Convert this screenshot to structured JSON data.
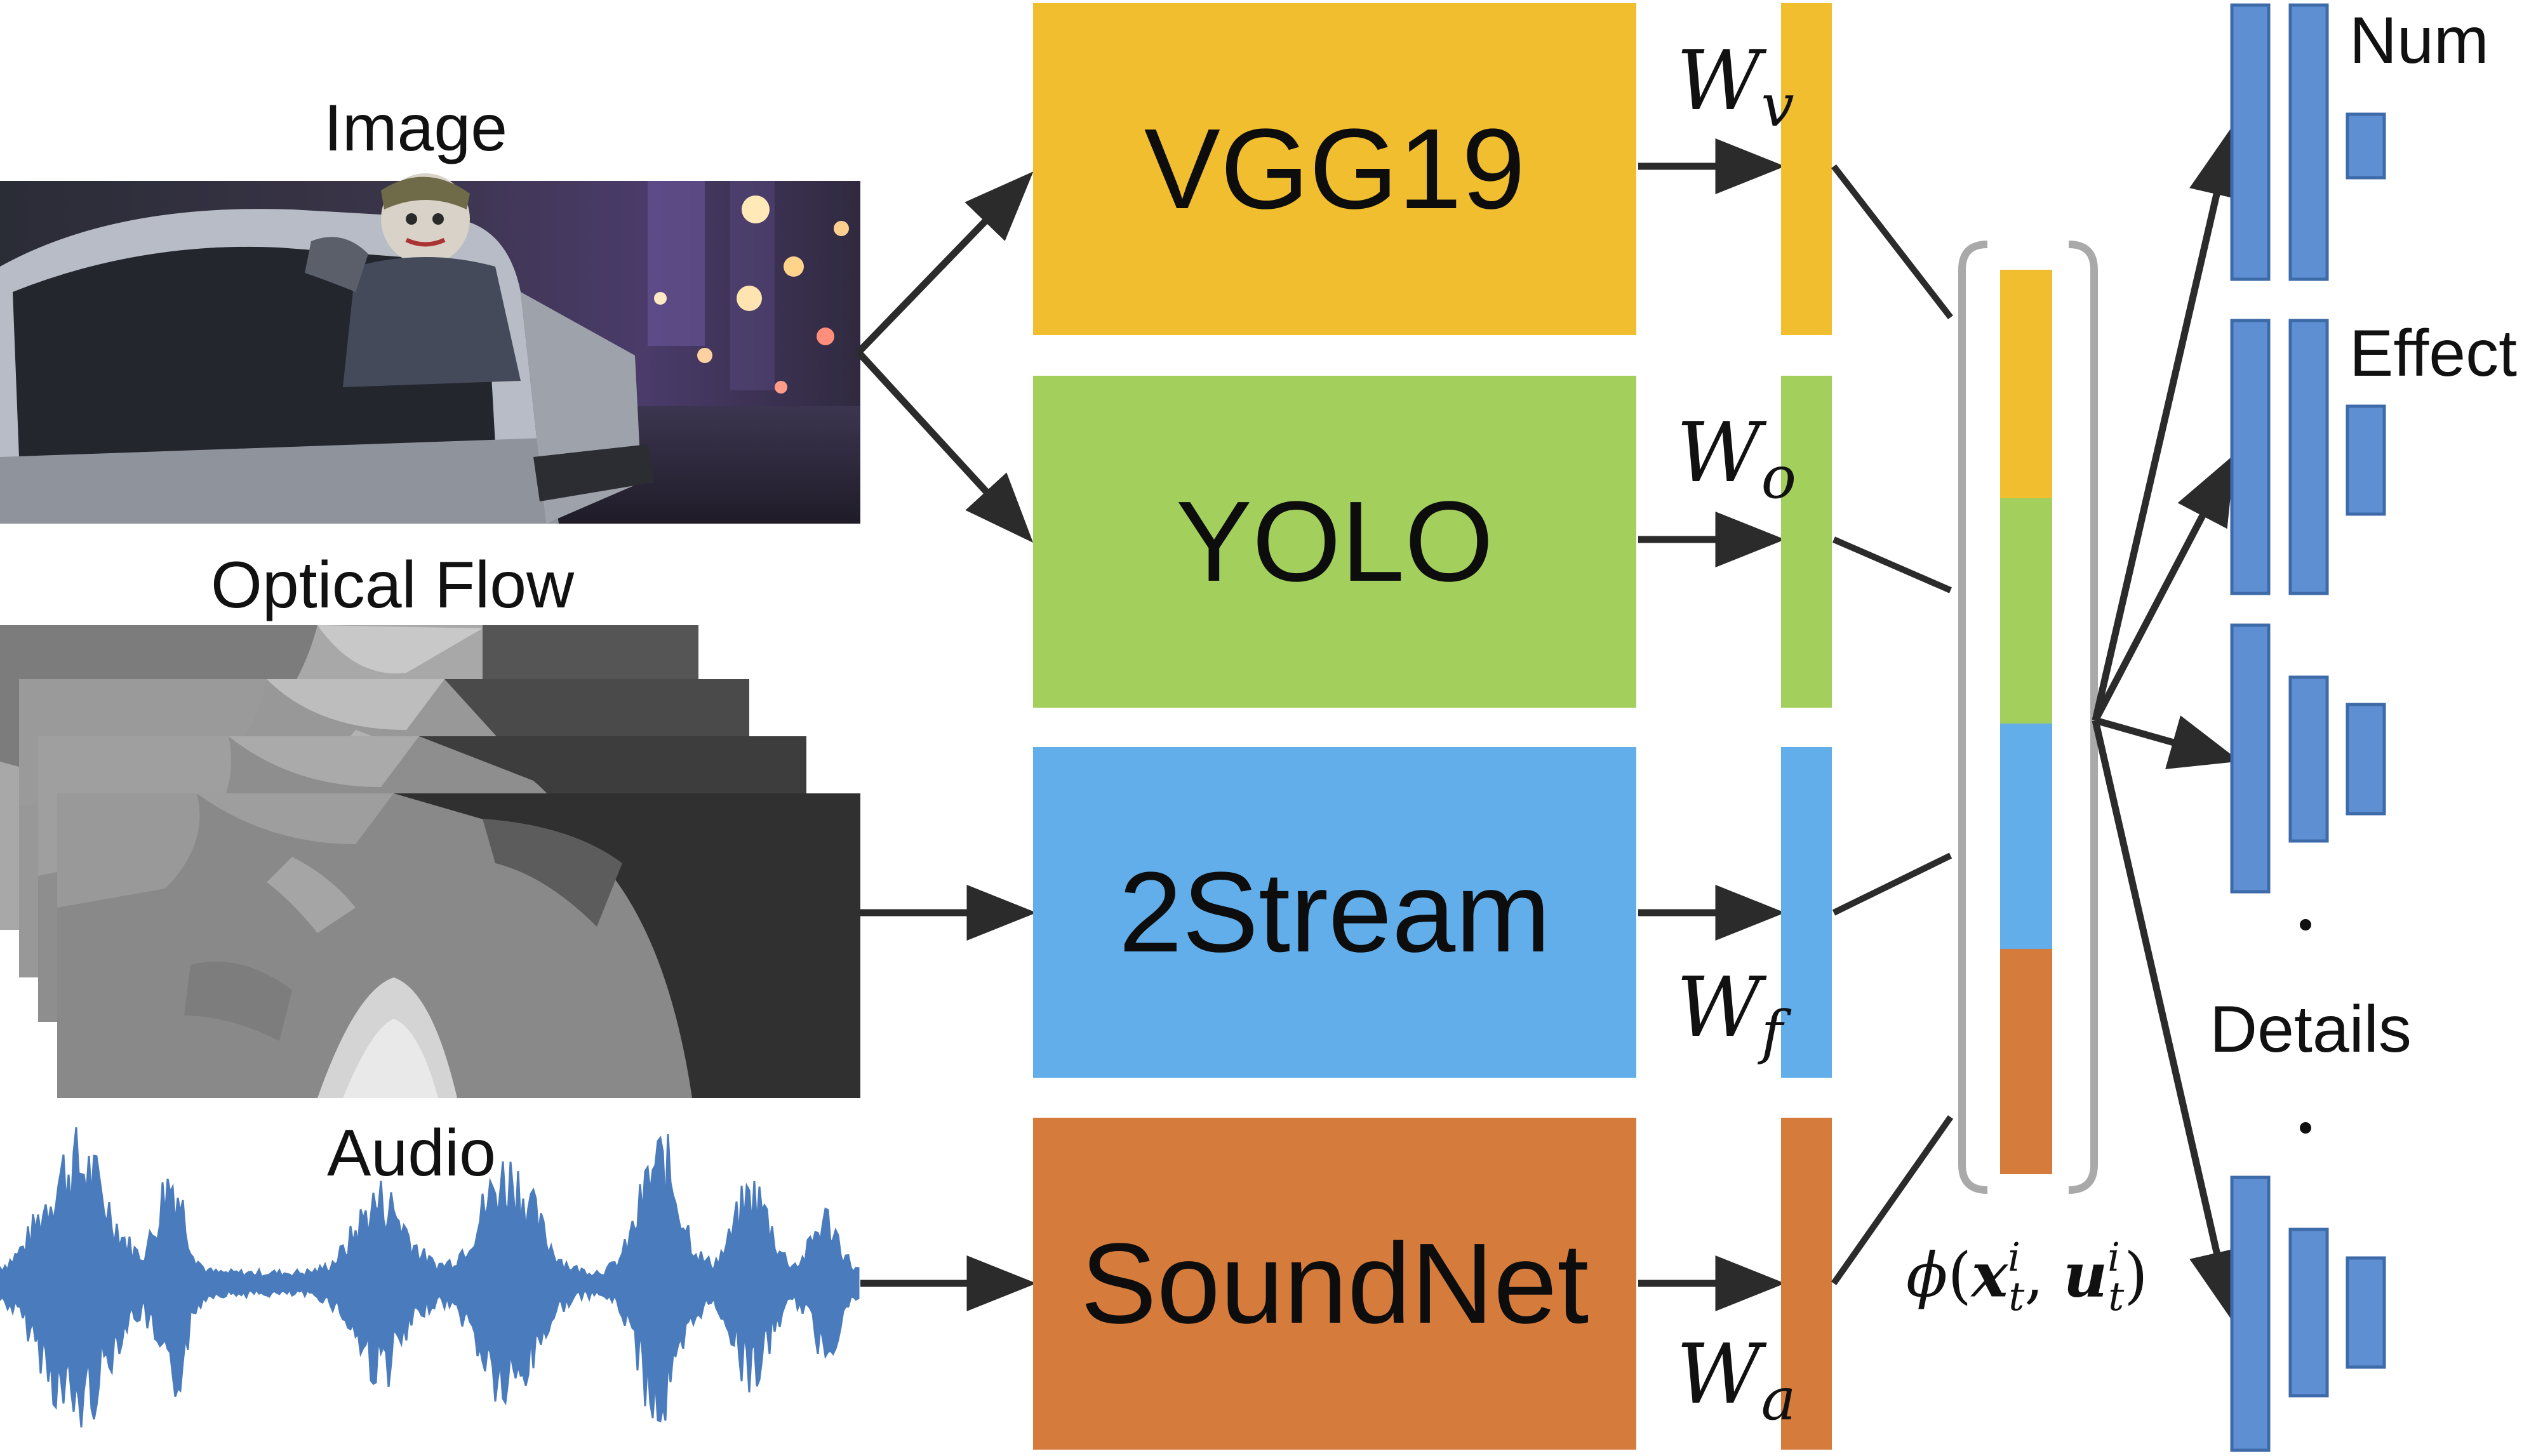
{
  "inputs": {
    "image_label": "Image",
    "optical_flow_label": "Optical Flow",
    "audio_label": "Audio"
  },
  "models": [
    {
      "name": "VGG19",
      "weight_base": "W",
      "weight_sub": "v",
      "color": "#f0be2e"
    },
    {
      "name": "YOLO",
      "weight_base": "W",
      "weight_sub": "o",
      "color": "#a3cf5c"
    },
    {
      "name": "2Stream",
      "weight_base": "W",
      "weight_sub": "f",
      "color": "#61aeea"
    },
    {
      "name": "SoundNet",
      "weight_base": "W",
      "weight_sub": "a",
      "color": "#d57b3c"
    }
  ],
  "fusion": {
    "phi": "ϕ",
    "x_var": "x",
    "u_var": "u",
    "superscript": "i",
    "subscript": "t"
  },
  "outputs": {
    "num_label": "Num",
    "effect_label": "Effect",
    "details_label": "Details",
    "network_color": "#5f8fd3"
  }
}
